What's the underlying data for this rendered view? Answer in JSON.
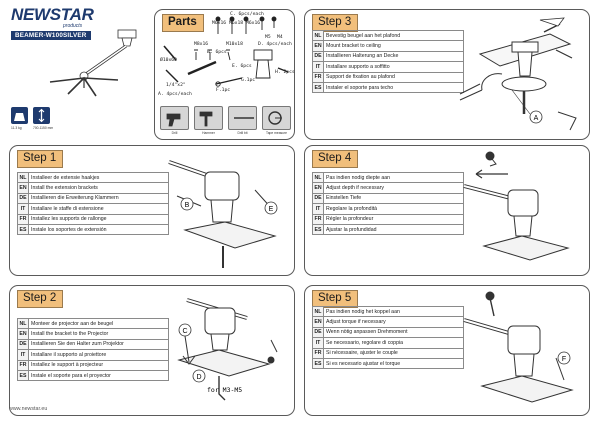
{
  "brand": {
    "logo_text": "NEWSTAR",
    "sub_text": "products",
    "model": "BEAMER-W100SILVER"
  },
  "specs": [
    {
      "icon": "weight-icon",
      "label": "11.3 kg"
    },
    {
      "icon": "height-range-icon",
      "label": "700-1150 mm"
    }
  ],
  "parts": {
    "title": "Parts",
    "labels": {
      "c": "C. 6pcs/each",
      "m6x16": "M6x16",
      "m6x18": "M6x18",
      "m6x16b": "M6x16",
      "m5": "M5",
      "m4": "M4",
      "d": "D. 4pcs/each",
      "m8x16": "M8x16",
      "b": "B. 6pcs",
      "m10x18": "M10x18",
      "e": "E. 6pcs",
      "d10x60": "Ø10x60",
      "g": "G.1pc",
      "h": "H. 2pcs",
      "a_size": "1/4\"x2\"",
      "a": "A. 4pcs/each",
      "f": "F.1pc"
    },
    "tools": [
      "Drill",
      "Hammer",
      "Drill bit",
      "Tape measure"
    ]
  },
  "steps": [
    {
      "title": "Step 1",
      "rows": [
        {
          "code": "NL",
          "text": "Installeer de extensie haakjes"
        },
        {
          "code": "EN",
          "text": "Install the extension brackets"
        },
        {
          "code": "DE",
          "text": "Installieren die Erweiterung Klammern"
        },
        {
          "code": "IT",
          "text": "Installare le staffe di estensione"
        },
        {
          "code": "FR",
          "text": "Installez les supports de rallonge"
        },
        {
          "code": "ES",
          "text": "Instale los soportes de extensión"
        }
      ],
      "callouts": [
        "B",
        "E"
      ]
    },
    {
      "title": "Step 2",
      "rows": [
        {
          "code": "NL",
          "text": "Monteer de projector aan de beugel"
        },
        {
          "code": "EN",
          "text": "Install the bracket to the Projector"
        },
        {
          "code": "DE",
          "text": "Installieren Sie den Halter zum Projektor"
        },
        {
          "code": "IT",
          "text": "Installare il supporto al proiettore"
        },
        {
          "code": "FR",
          "text": "Installez le support à projecteur"
        },
        {
          "code": "ES",
          "text": "Instale el soporte para el proyector"
        }
      ],
      "callouts": [
        "C",
        "D"
      ],
      "note": "for M3-M5"
    },
    {
      "title": "Step 3",
      "rows": [
        {
          "code": "NL",
          "text": "Bevestig beugel aan het plafond"
        },
        {
          "code": "EN",
          "text": "Mount bracket to ceiling"
        },
        {
          "code": "DE",
          "text": "Installieren Halterung an Decke"
        },
        {
          "code": "IT",
          "text": "Installare supporto a soffitto"
        },
        {
          "code": "FR",
          "text": "Support de fixation au plafond"
        },
        {
          "code": "ES",
          "text": "Instaler el soporte para techo"
        }
      ],
      "callouts": [
        "A"
      ]
    },
    {
      "title": "Step 4",
      "rows": [
        {
          "code": "NL",
          "text": "Pas indien nodig diepte aan"
        },
        {
          "code": "EN",
          "text": "Adjust depth if necessary"
        },
        {
          "code": "DE",
          "text": "Einstellen Tiefe"
        },
        {
          "code": "IT",
          "text": "Regolare la profondità"
        },
        {
          "code": "FR",
          "text": "Régler la profondeur"
        },
        {
          "code": "ES",
          "text": "Ajustar la profundidad"
        }
      ]
    },
    {
      "title": "Step 5",
      "rows": [
        {
          "code": "NL",
          "text": "Pas indien nodig het koppel aan"
        },
        {
          "code": "EN",
          "text": "Adjust torque if necessary"
        },
        {
          "code": "DE",
          "text": "Wenn nötig anpassen Drehmoment"
        },
        {
          "code": "IT",
          "text": "Se necessario, regolare di coppia"
        },
        {
          "code": "FR",
          "text": "Si nécessaire, ajuster le couple"
        },
        {
          "code": "ES",
          "text": "Si es necesario ajustar el torque"
        }
      ],
      "callouts": [
        "F"
      ]
    }
  ],
  "footer": "www.newstar.eu",
  "colors": {
    "step_title_bg": "#f1bf7c",
    "brand_blue": "#1e3a6e",
    "border": "#5a5a5a"
  }
}
